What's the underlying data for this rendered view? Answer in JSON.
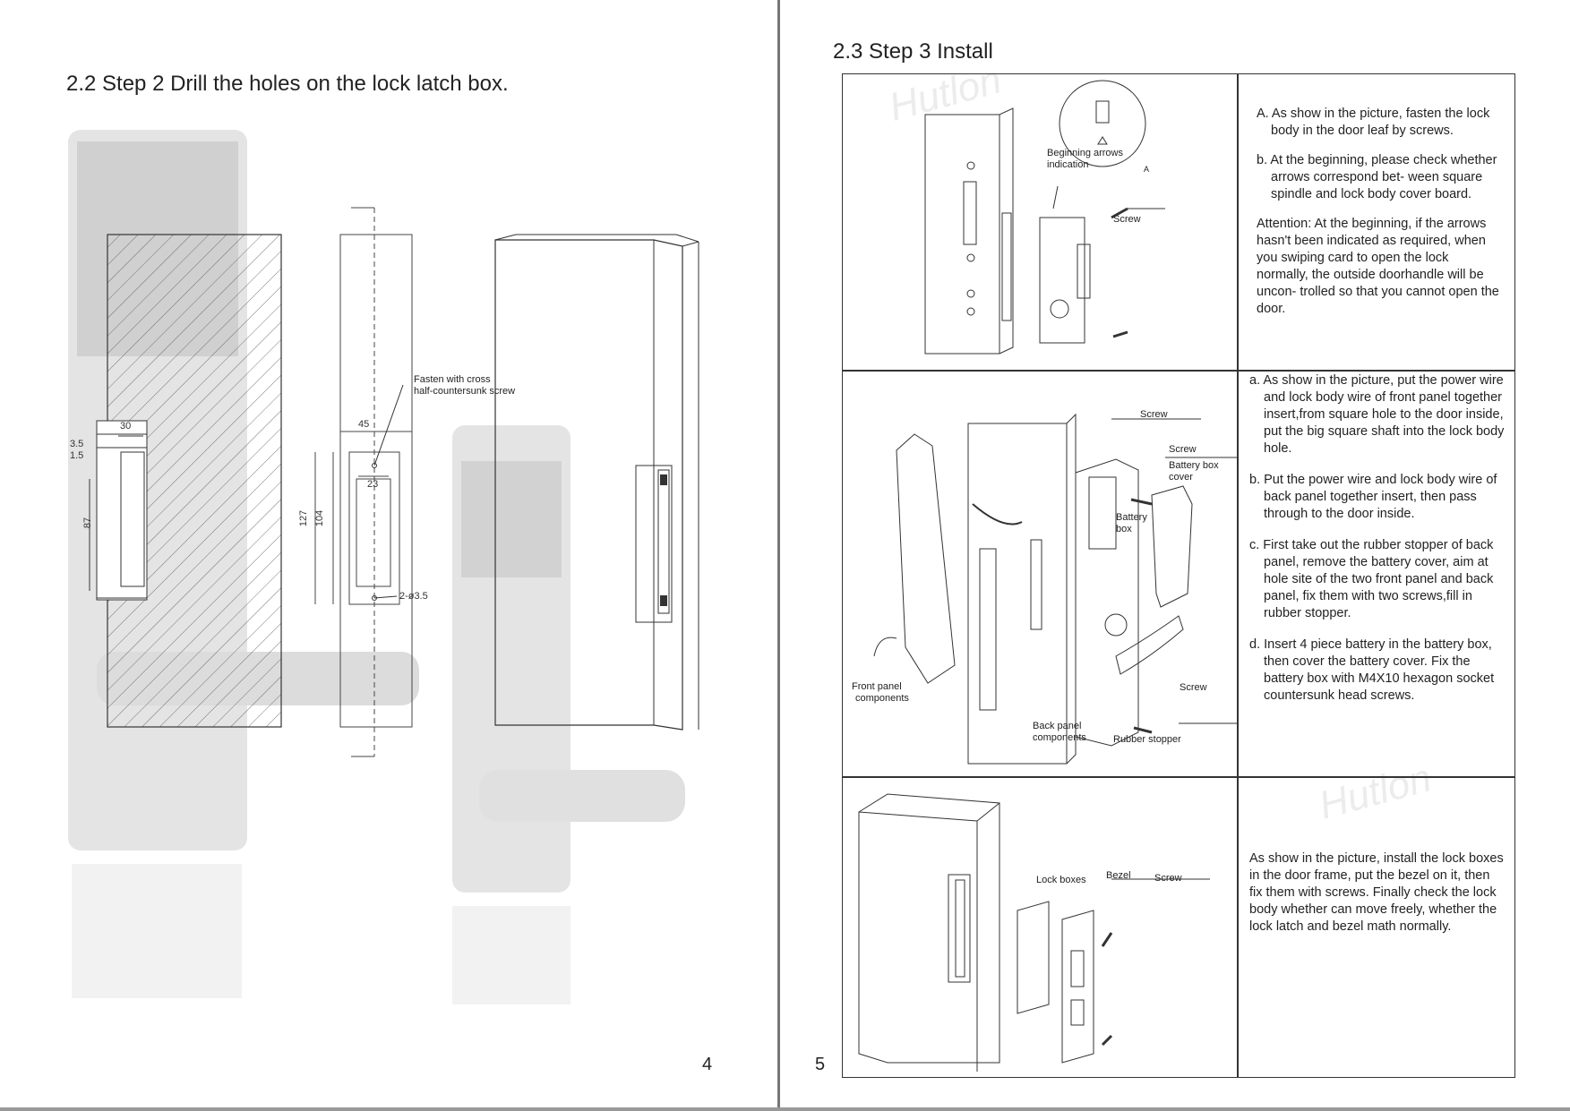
{
  "left_page": {
    "title": "2.2  Step 2 Drill the holes on the lock latch box.",
    "page_number": "4",
    "dimensions": {
      "d30": "30",
      "d35": "3.5",
      "d15": "1.5",
      "d87": "87",
      "d45": "45",
      "d23": "23",
      "d127": "127",
      "d104": "104",
      "holes": "2-ø3.5"
    },
    "callout_fasten_1": "Fasten with cross",
    "callout_fasten_2": "half-countersunk screw"
  },
  "right_page": {
    "title": "2.3    Step 3 Install",
    "page_number": "5",
    "row1": {
      "label_arrow_1": "Beginning arrows",
      "label_arrow_2": "indication",
      "label_a": "A",
      "label_screw": "Screw",
      "text_a": "A.  As show in the picture,  fasten the lock body in the door leaf by screws.",
      "text_b": "b.  At the beginning,  please check whether arrows correspond bet- ween square spindle and lock body cover board.",
      "attention": "Attention: At the beginning,  if the arrows hasn't been indicated as required,  when you swiping card to open the lock normally,  the outside doorhandle will be uncon- trolled so that you cannot open the door."
    },
    "row2": {
      "label_screw_top": "Screw",
      "label_screw_2": "Screw",
      "label_battery_cover_1": "Battery box",
      "label_battery_cover_2": "cover",
      "label_battery_box_1": "Battery",
      "label_battery_box_2": "box",
      "label_front_panel_1": "Front panel",
      "label_front_panel_2": "components",
      "label_back_panel_1": "Back panel",
      "label_back_panel_2": "components",
      "label_screw_bottom": "Screw",
      "label_rubber": "Rubber stopper",
      "text_a": "a. As show in the picture, put the power wire and lock body wire of front panel together insert,from square hole to the door  inside, put the big square shaft  into the lock body hole.",
      "text_b": "b. Put the power wire and lock body wire of back panel together insert, then pass through to the door inside.",
      "text_c": "c. First take out the rubber stopper of back panel, remove the battery cover, aim at hole site of the two front panel and back panel, fix them with two screws,fill in rubber stopper.",
      "text_d": "d. Insert 4 piece battery in the battery box, then cover the battery cover. Fix the battery box with M4X10 hexagon socket countersunk head screws."
    },
    "row3": {
      "label_lock_boxes": "Lock boxes",
      "label_bezel": "Bezel",
      "label_screw": "Screw",
      "text": "As show in the picture, install the lock boxes in the door frame, put the bezel on it, then fix them with screws. Finally check the lock body whether can move freely, whether  the lock latch and bezel math normally."
    }
  }
}
